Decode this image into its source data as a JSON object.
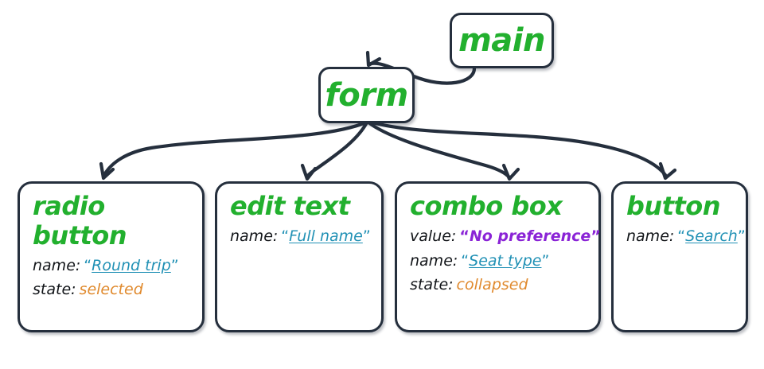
{
  "diagram": {
    "title": "accessibility-tree-diagram",
    "colors": {
      "node_border": "#252f3d",
      "node_title": "#22b02e",
      "prop_key": "#111418",
      "name_value": "#2191b5",
      "value_value": "#8a23d6",
      "state_value": "#e08a2e",
      "edge": "#252f3d",
      "background": "#ffffff"
    },
    "root": {
      "label": "main"
    },
    "branch": {
      "label": "form"
    },
    "leaves": [
      {
        "label": "radio button",
        "props": [
          {
            "key": "name:",
            "value": "Round trip",
            "kind": "name",
            "quoted": true
          },
          {
            "key": "state:",
            "value": "selected",
            "kind": "state",
            "quoted": false
          }
        ]
      },
      {
        "label": "edit text",
        "props": [
          {
            "key": "name:",
            "value": "Full name",
            "kind": "name",
            "quoted": true
          }
        ]
      },
      {
        "label": "combo box",
        "props": [
          {
            "key": "value:",
            "value": "No preference",
            "kind": "value",
            "quoted": true
          },
          {
            "key": "name:",
            "value": "Seat type",
            "kind": "name",
            "quoted": true
          },
          {
            "key": "state:",
            "value": "collapsed",
            "kind": "state",
            "quoted": false
          }
        ]
      },
      {
        "label": "button",
        "props": [
          {
            "key": "name:",
            "value": "Search",
            "kind": "name",
            "quoted": true
          }
        ]
      }
    ],
    "edges": [
      {
        "from": "main",
        "to": "form"
      },
      {
        "from": "form",
        "to": "radio button"
      },
      {
        "from": "form",
        "to": "edit text"
      },
      {
        "from": "form",
        "to": "combo box"
      },
      {
        "from": "form",
        "to": "button"
      }
    ]
  }
}
